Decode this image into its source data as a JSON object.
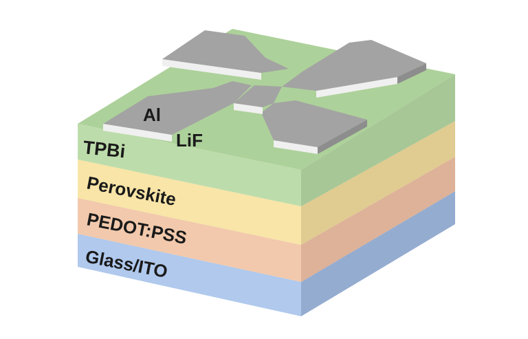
{
  "layers": [
    {
      "key": "glass_ito",
      "label": "Glass/ITO",
      "color": "#a9c4ec"
    },
    {
      "key": "pedot_pss",
      "label": "PEDOT:PSS",
      "color": "#f1c4a5"
    },
    {
      "key": "perovskite",
      "label": "Perovskite",
      "color": "#f7e3a0"
    },
    {
      "key": "tpbi",
      "label": "TPBi",
      "color": "#b7d9a4"
    }
  ],
  "electrodes": {
    "al_label": "Al",
    "lif_label": "LiF",
    "color": "#a3a3a3"
  }
}
